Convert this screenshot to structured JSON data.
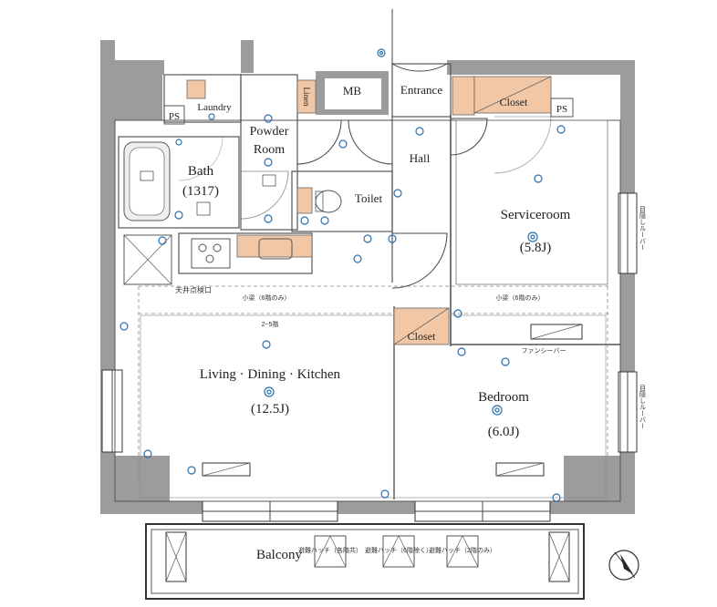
{
  "rooms": {
    "laundry": "Laundry",
    "ps1": "PS",
    "ps2": "PS",
    "powder_room_line1": "Powder",
    "powder_room_line2": "Room",
    "linen": "Linen",
    "mb": "MB",
    "entrance": "Entrance",
    "closet_top": "Closet",
    "closet_mid": "Closet",
    "bath": "Bath",
    "bath_size": "(1317)",
    "toilet": "Toilet",
    "hall": "Hall",
    "serviceroom": "Serviceroom",
    "serviceroom_size": "(5.8J)",
    "ldk": "Living · Dining · Kitchen",
    "ldk_size": "(12.5J)",
    "bedroom": "Bedroom",
    "bedroom_size": "(6.0J)",
    "balcony": "Balcony"
  },
  "annotations": {
    "ceiling_hatch": "天井点検口",
    "loft_left": "小梁（6階のみ）",
    "loft_right": "小梁（6階のみ）",
    "beam_2_5": "2~5階",
    "fan_tenan": "ファンシーバー",
    "louver_right_top": "目隠しルーバー",
    "louver_right_bottom": "目隠しルーバー",
    "hatch_1": "避難ハッチ（各階共）",
    "hatch_2": "避難ハッチ（6階除く）",
    "hatch_3": "避難ハッチ（2階のみ）"
  },
  "icons": {
    "compass": "north-arrow-icon"
  }
}
